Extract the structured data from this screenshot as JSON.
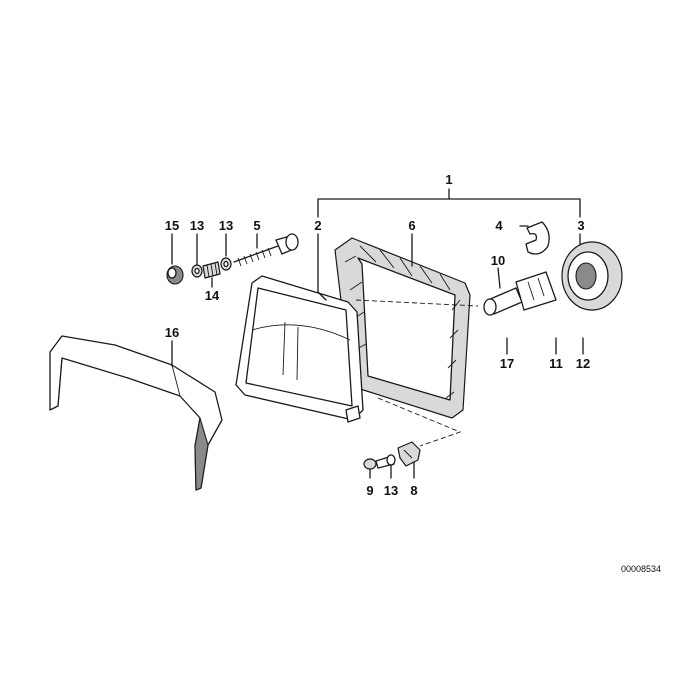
{
  "diagram": {
    "callouts": {
      "p1": "1",
      "p2": "2",
      "p3": "3",
      "p4": "4",
      "p5": "5",
      "p6": "6",
      "p8": "8",
      "p9": "9",
      "p10": "10",
      "p11": "11",
      "p12": "12",
      "p13a": "13",
      "p13b": "13",
      "p13c": "13",
      "p14": "14",
      "p15": "15",
      "p16": "16",
      "p17": "17"
    },
    "document_number": "00008534"
  }
}
